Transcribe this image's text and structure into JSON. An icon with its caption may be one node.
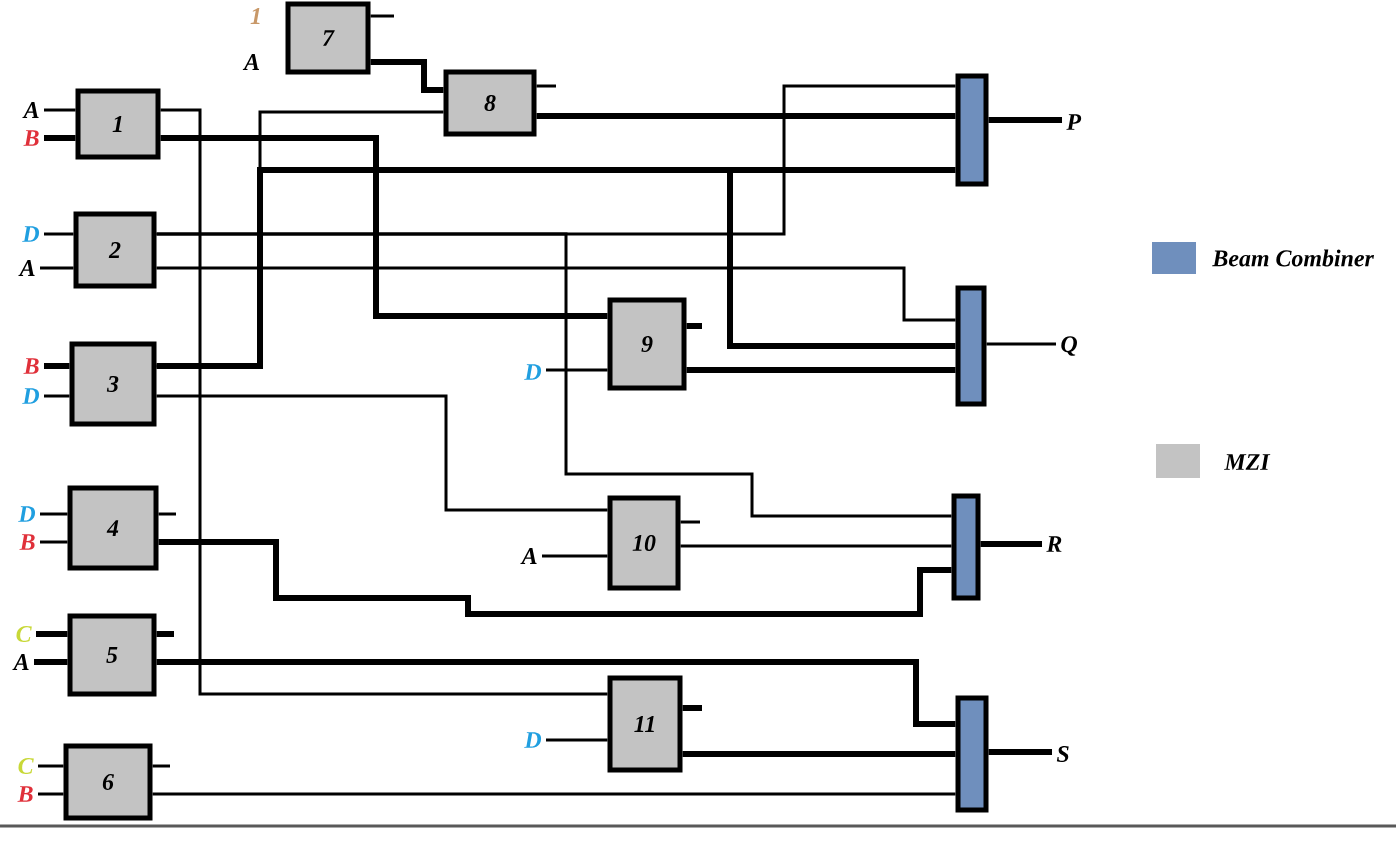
{
  "diagram": {
    "nodes": [
      {
        "text": [
          "1"
        ]
      },
      {
        "text": [
          "2"
        ]
      },
      {
        "text": [
          "3"
        ]
      },
      {
        "text": [
          "4"
        ]
      },
      {
        "text": [
          "5"
        ]
      },
      {
        "text": [
          "6"
        ]
      },
      {
        "text": [
          "7"
        ],
        "beside": [
          "1",
          "A"
        ]
      },
      {
        "text": [
          "8"
        ]
      },
      {
        "text": [
          "9"
        ]
      },
      {
        "text": [
          "10"
        ]
      },
      {
        "text": [
          "11"
        ]
      },
      {
        "text": [],
        "shape": "bar"
      },
      {
        "text": [],
        "shape": "bar"
      },
      {
        "text": [],
        "shape": "bar"
      },
      {
        "text": [],
        "shape": "bar"
      },
      {
        "text": [
          "P"
        ]
      },
      {
        "text": [
          "Q"
        ]
      },
      {
        "text": [
          "R"
        ]
      },
      {
        "text": [
          "S"
        ]
      },
      {
        "text": [
          "A"
        ]
      },
      {
        "text": [
          "B"
        ]
      },
      {
        "text": [
          "D"
        ]
      },
      {
        "text": [
          "A"
        ]
      },
      {
        "text": [
          "B"
        ]
      },
      {
        "text": [
          "D"
        ]
      },
      {
        "text": [
          "D"
        ]
      },
      {
        "text": [
          "B"
        ]
      },
      {
        "text": [
          "C"
        ]
      },
      {
        "text": [
          "A"
        ]
      },
      {
        "text": [
          "C"
        ]
      },
      {
        "text": [
          "B"
        ]
      },
      {
        "text": [
          "D"
        ]
      },
      {
        "text": [
          "A"
        ]
      },
      {
        "text": [
          "D"
        ]
      }
    ],
    "edges": [
      {
        "from": 19,
        "to": 0,
        "arrow": "none"
      },
      {
        "from": 20,
        "to": 0,
        "arrow": "none",
        "style": "thick"
      },
      {
        "from": 21,
        "to": 1,
        "arrow": "none"
      },
      {
        "from": 22,
        "to": 1,
        "arrow": "none"
      },
      {
        "from": 23,
        "to": 2,
        "arrow": "none",
        "style": "thick"
      },
      {
        "from": 24,
        "to": 2,
        "arrow": "none"
      },
      {
        "from": 25,
        "to": 3,
        "arrow": "none"
      },
      {
        "from": 26,
        "to": 3,
        "arrow": "none"
      },
      {
        "from": 27,
        "to": 4,
        "arrow": "none",
        "style": "thick"
      },
      {
        "from": 28,
        "to": 4,
        "arrow": "none",
        "style": "thick"
      },
      {
        "from": 29,
        "to": 5,
        "arrow": "none"
      },
      {
        "from": 30,
        "to": 5,
        "arrow": "none"
      },
      {
        "from": 31,
        "to": 8,
        "arrow": "none"
      },
      {
        "from": 32,
        "to": 9,
        "arrow": "none"
      },
      {
        "from": 33,
        "to": 10,
        "arrow": "none"
      },
      {
        "from": 0,
        "to": 10,
        "arrow": "none"
      },
      {
        "from": 0,
        "to": 8,
        "arrow": "none",
        "style": "thick"
      },
      {
        "from": 1,
        "to": 11,
        "arrow": "none"
      },
      {
        "from": 1,
        "to": 13,
        "arrow": "none"
      },
      {
        "from": 1,
        "to": 12,
        "arrow": "none"
      },
      {
        "from": 2,
        "to": 7,
        "arrow": "none"
      },
      {
        "from": 2,
        "to": 11,
        "arrow": "none",
        "style": "thick"
      },
      {
        "from": 2,
        "to": 12,
        "arrow": "none",
        "style": "thick"
      },
      {
        "from": 2,
        "to": 9,
        "arrow": "none"
      },
      {
        "from": 6,
        "to": 7,
        "arrow": "none",
        "style": "thick"
      },
      {
        "from": 7,
        "to": 11,
        "arrow": "none",
        "style": "thick"
      },
      {
        "from": 8,
        "to": 12,
        "arrow": "none",
        "style": "thick"
      },
      {
        "from": 9,
        "to": 13,
        "arrow": "none"
      },
      {
        "from": 3,
        "to": 13,
        "arrow": "none",
        "style": "thick"
      },
      {
        "from": 4,
        "to": 14,
        "arrow": "none",
        "style": "thick"
      },
      {
        "from": 10,
        "to": 14,
        "arrow": "none",
        "style": "thick"
      },
      {
        "from": 5,
        "to": 14,
        "arrow": "none"
      },
      {
        "from": 11,
        "to": 15,
        "arrow": "none",
        "style": "thick"
      },
      {
        "from": 12,
        "to": 16,
        "arrow": "none"
      },
      {
        "from": 13,
        "to": 17,
        "arrow": "none",
        "style": "thick"
      },
      {
        "from": 14,
        "to": 18,
        "arrow": "none",
        "style": "thick"
      },
      {
        "from": 3,
        "to": null,
        "arrow": "none"
      },
      {
        "from": 4,
        "to": null,
        "arrow": "none",
        "style": "thick"
      },
      {
        "from": 5,
        "to": null,
        "arrow": "none"
      },
      {
        "from": 6,
        "to": null,
        "arrow": "none"
      },
      {
        "from": 7,
        "to": null,
        "arrow": "none"
      },
      {
        "from": 8,
        "to": null,
        "arrow": "none",
        "style": "thick"
      },
      {
        "from": 9,
        "to": null,
        "arrow": "none"
      },
      {
        "from": 10,
        "to": null,
        "arrow": "none",
        "style": "thick"
      }
    ],
    "legend": [
      {
        "text": "Beam Combiner",
        "color": "#6f8fbd"
      },
      {
        "text": "MZI",
        "color": "#c3c3c3"
      }
    ]
  }
}
